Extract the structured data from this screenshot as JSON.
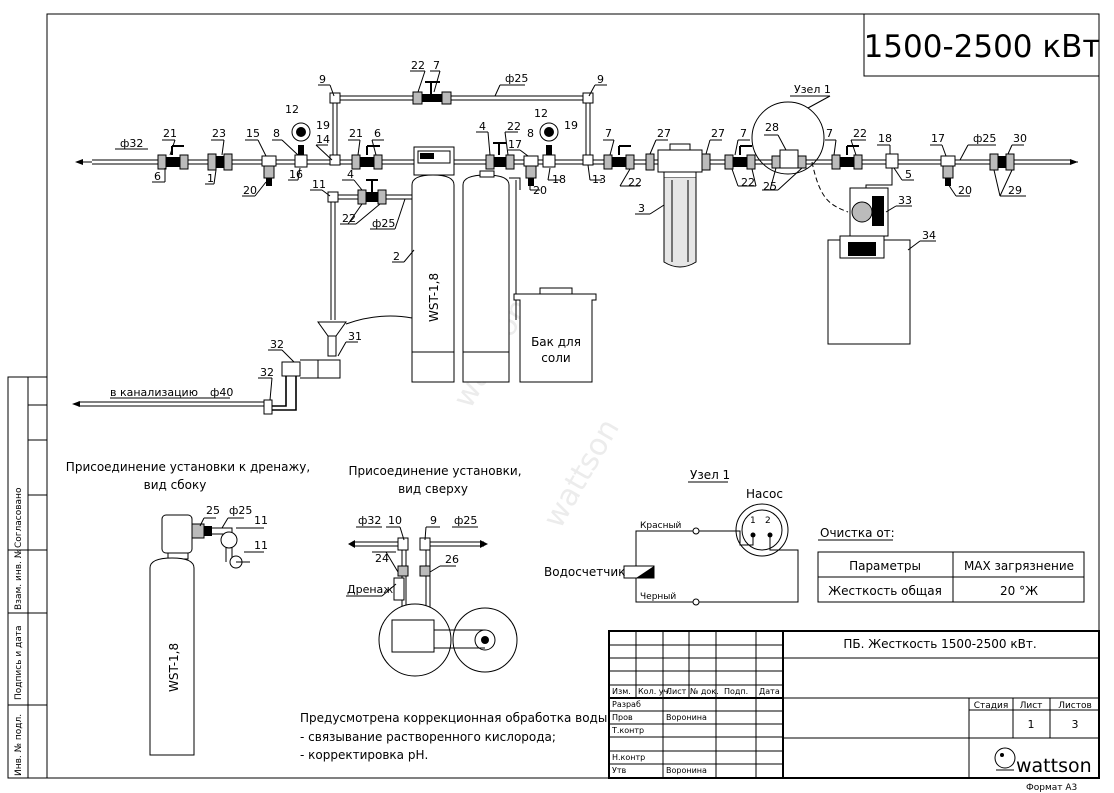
{
  "title_box": {
    "power": "1500-2500 кВт"
  },
  "node1_label": "Узел 1",
  "main_pipes": {
    "inlet": "ф32",
    "top_bypass": "ф25",
    "outlet": "ф25",
    "branch": "ф25",
    "drain": "ф40",
    "drain_label": "в канализацию"
  },
  "callouts": {
    "c21a": "21",
    "c6a": "6",
    "c23": "23",
    "c1": "1",
    "c15": "15",
    "c20a": "20",
    "c8a": "8",
    "c12a": "12",
    "c19a": "19",
    "c16": "16",
    "c14": "14",
    "c9a": "9",
    "c22a": "22",
    "c7a": "7",
    "c9b": "9",
    "c21b": "21",
    "c6b": "6",
    "c4a": "4",
    "c22b": "22",
    "c12b": "12",
    "c8b": "8",
    "c19b": "19",
    "c17a": "17",
    "c20b": "20",
    "c18a": "18",
    "c13": "13",
    "c7b": "7",
    "c22c": "22",
    "c27a": "27",
    "c27b": "27",
    "c7c": "7",
    "c22d": "22",
    "c25a": "25",
    "c28": "28",
    "c7d": "7",
    "c22e": "22",
    "c18b": "18",
    "c5": "5",
    "c17b": "17",
    "c20c": "20",
    "c30": "30",
    "c29": "29",
    "c33": "33",
    "c34": "34",
    "c3": "3",
    "c11": "11",
    "c4b": "4",
    "c22f": "22",
    "c2": "2",
    "c31": "31",
    "c32a": "32",
    "c32b": "32"
  },
  "tanks": {
    "softener": "WST-1,8",
    "brine": "Бак для соли"
  },
  "drain_side": {
    "title_line1": "Присоединение установки к дренажу,",
    "title_line2": "вид сбоку",
    "c25": "25",
    "pipe": "ф25",
    "c11a": "11",
    "c11b": "11",
    "tank": "WST-1,8"
  },
  "top_view": {
    "title_line1": "Присоединение установки,",
    "title_line2": "вид сверху",
    "in_pipe": "ф32",
    "out_pipe": "ф25",
    "c10": "10",
    "c9": "9",
    "c24": "24",
    "c26": "26",
    "drain": "Дренаж"
  },
  "node1_detail": {
    "title": "Узел 1",
    "pump": "Насос",
    "red": "Красный",
    "black": "Черный",
    "meter": "Водосчетчик",
    "pin1": "1",
    "pin2": "2"
  },
  "cleaning": {
    "title": "Очистка от:",
    "headers": [
      "Параметры",
      "MAX загрязнение"
    ],
    "rows": [
      [
        "Жесткость общая",
        "20 °Ж"
      ]
    ]
  },
  "notes": {
    "line1": "Предусмотрена коррекционная обработка воды:",
    "line2": "- связывание растворенного кислорода;",
    "line3": "- корректировка рН."
  },
  "stamp": {
    "doc_title": "ПБ. Жесткость 1500-2500 кВт.",
    "cols": [
      "Изм.",
      "Кол. уч.",
      "Лист",
      "№ док.",
      "Подп.",
      "Дата"
    ],
    "roles": [
      "Разраб",
      "Пров",
      "Т.контр",
      "",
      "Н.контр",
      "Утв"
    ],
    "names": {
      "prov": "Воронина",
      "utv": "Воронина"
    },
    "stage_headers": [
      "Стадия",
      "Лист",
      "Листов"
    ],
    "sheet": "1",
    "sheets": "3",
    "logo": "wattson",
    "format": "Формат А3"
  },
  "left_strip": [
    "Согласовано",
    "Взам. инв. №",
    "Подпись и дата",
    "Инв. № подл."
  ],
  "watermark": "wattson"
}
